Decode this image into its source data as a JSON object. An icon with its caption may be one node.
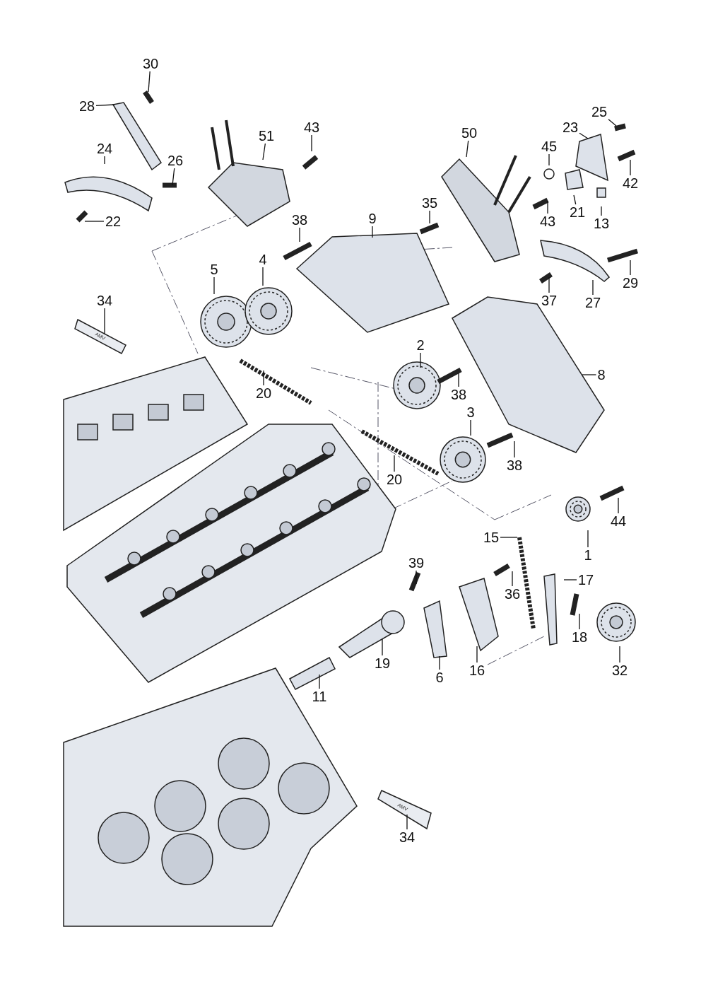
{
  "diagram": {
    "nodes": [
      {
        "text": [
          "30"
        ]
      },
      {
        "text": [
          "28"
        ]
      },
      {
        "text": [
          "51"
        ]
      },
      {
        "text": [
          "43"
        ]
      },
      {
        "text": [
          "25"
        ]
      },
      {
        "text": [
          "23"
        ]
      },
      {
        "text": [
          "50"
        ]
      },
      {
        "text": [
          "24"
        ]
      },
      {
        "text": [
          "26"
        ]
      },
      {
        "text": [
          "45"
        ]
      },
      {
        "text": [
          "42"
        ]
      },
      {
        "text": [
          "21"
        ]
      },
      {
        "text": [
          "13"
        ]
      },
      {
        "text": [
          "22"
        ]
      },
      {
        "text": [
          "38"
        ]
      },
      {
        "text": [
          "9"
        ]
      },
      {
        "text": [
          "35"
        ]
      },
      {
        "text": [
          "43"
        ]
      },
      {
        "text": [
          "5"
        ]
      },
      {
        "text": [
          "4"
        ]
      },
      {
        "text": [
          "37"
        ]
      },
      {
        "text": [
          "29"
        ]
      },
      {
        "text": [
          "27"
        ]
      },
      {
        "text": [
          "34"
        ]
      },
      {
        "text": [
          "8"
        ]
      },
      {
        "text": [
          "2"
        ]
      },
      {
        "text": [
          "20"
        ]
      },
      {
        "text": [
          "38"
        ]
      },
      {
        "text": [
          "3"
        ]
      },
      {
        "text": [
          "38"
        ]
      },
      {
        "text": [
          "20"
        ]
      },
      {
        "text": [
          "44"
        ]
      },
      {
        "text": [
          "15"
        ]
      },
      {
        "text": [
          "1"
        ]
      },
      {
        "text": [
          "39"
        ]
      },
      {
        "text": [
          "17"
        ]
      },
      {
        "text": [
          "36"
        ]
      },
      {
        "text": [
          "18"
        ]
      },
      {
        "text": [
          "19"
        ]
      },
      {
        "text": [
          "6"
        ]
      },
      {
        "text": [
          "16"
        ]
      },
      {
        "text": [
          "32"
        ]
      },
      {
        "text": [
          "11"
        ]
      },
      {
        "text": [
          "34"
        ]
      },
      {
        "text": [
          "AMV"
        ]
      },
      {
        "text": [
          "AMV"
        ]
      }
    ],
    "edges": [
      {
        "from": 0,
        "to": null,
        "arrow": "none"
      },
      {
        "from": 1,
        "to": null,
        "arrow": "none"
      },
      {
        "from": 2,
        "to": null,
        "arrow": "none"
      },
      {
        "from": 3,
        "to": null,
        "arrow": "none"
      },
      {
        "from": 4,
        "to": null,
        "arrow": "none"
      },
      {
        "from": 5,
        "to": null,
        "arrow": "none"
      },
      {
        "from": 6,
        "to": null,
        "arrow": "none"
      },
      {
        "from": 7,
        "to": null,
        "arrow": "none"
      },
      {
        "from": 8,
        "to": null,
        "arrow": "none"
      },
      {
        "from": 9,
        "to": null,
        "arrow": "none"
      },
      {
        "from": 10,
        "to": null,
        "arrow": "none"
      },
      {
        "from": 11,
        "to": null,
        "arrow": "none"
      },
      {
        "from": 12,
        "to": null,
        "arrow": "none"
      },
      {
        "from": 13,
        "to": null,
        "arrow": "none"
      },
      {
        "from": 14,
        "to": null,
        "arrow": "none"
      },
      {
        "from": 15,
        "to": null,
        "arrow": "none"
      },
      {
        "from": 16,
        "to": null,
        "arrow": "none"
      },
      {
        "from": 17,
        "to": null,
        "arrow": "none"
      },
      {
        "from": 18,
        "to": null,
        "arrow": "none"
      },
      {
        "from": 19,
        "to": null,
        "arrow": "none"
      },
      {
        "from": 20,
        "to": null,
        "arrow": "none"
      },
      {
        "from": 21,
        "to": null,
        "arrow": "none"
      },
      {
        "from": 22,
        "to": null,
        "arrow": "none"
      },
      {
        "from": 23,
        "to": 44,
        "arrow": "none"
      },
      {
        "from": 24,
        "to": null,
        "arrow": "none"
      },
      {
        "from": 25,
        "to": null,
        "arrow": "none"
      },
      {
        "from": 26,
        "to": null,
        "arrow": "none"
      },
      {
        "from": 27,
        "to": null,
        "arrow": "none"
      },
      {
        "from": 28,
        "to": null,
        "arrow": "none"
      },
      {
        "from": 29,
        "to": null,
        "arrow": "none"
      },
      {
        "from": 30,
        "to": null,
        "arrow": "none"
      },
      {
        "from": 31,
        "to": null,
        "arrow": "none"
      },
      {
        "from": 32,
        "to": null,
        "arrow": "none"
      },
      {
        "from": 33,
        "to": null,
        "arrow": "none"
      },
      {
        "from": 34,
        "to": null,
        "arrow": "none"
      },
      {
        "from": 35,
        "to": null,
        "arrow": "none"
      },
      {
        "from": 36,
        "to": null,
        "arrow": "none"
      },
      {
        "from": 37,
        "to": null,
        "arrow": "none"
      },
      {
        "from": 38,
        "to": null,
        "arrow": "none"
      },
      {
        "from": 39,
        "to": null,
        "arrow": "none"
      },
      {
        "from": 40,
        "to": null,
        "arrow": "none"
      },
      {
        "from": 41,
        "to": null,
        "arrow": "none"
      },
      {
        "from": 42,
        "to": null,
        "arrow": "none"
      },
      {
        "from": 43,
        "to": 45,
        "arrow": "none"
      }
    ]
  }
}
